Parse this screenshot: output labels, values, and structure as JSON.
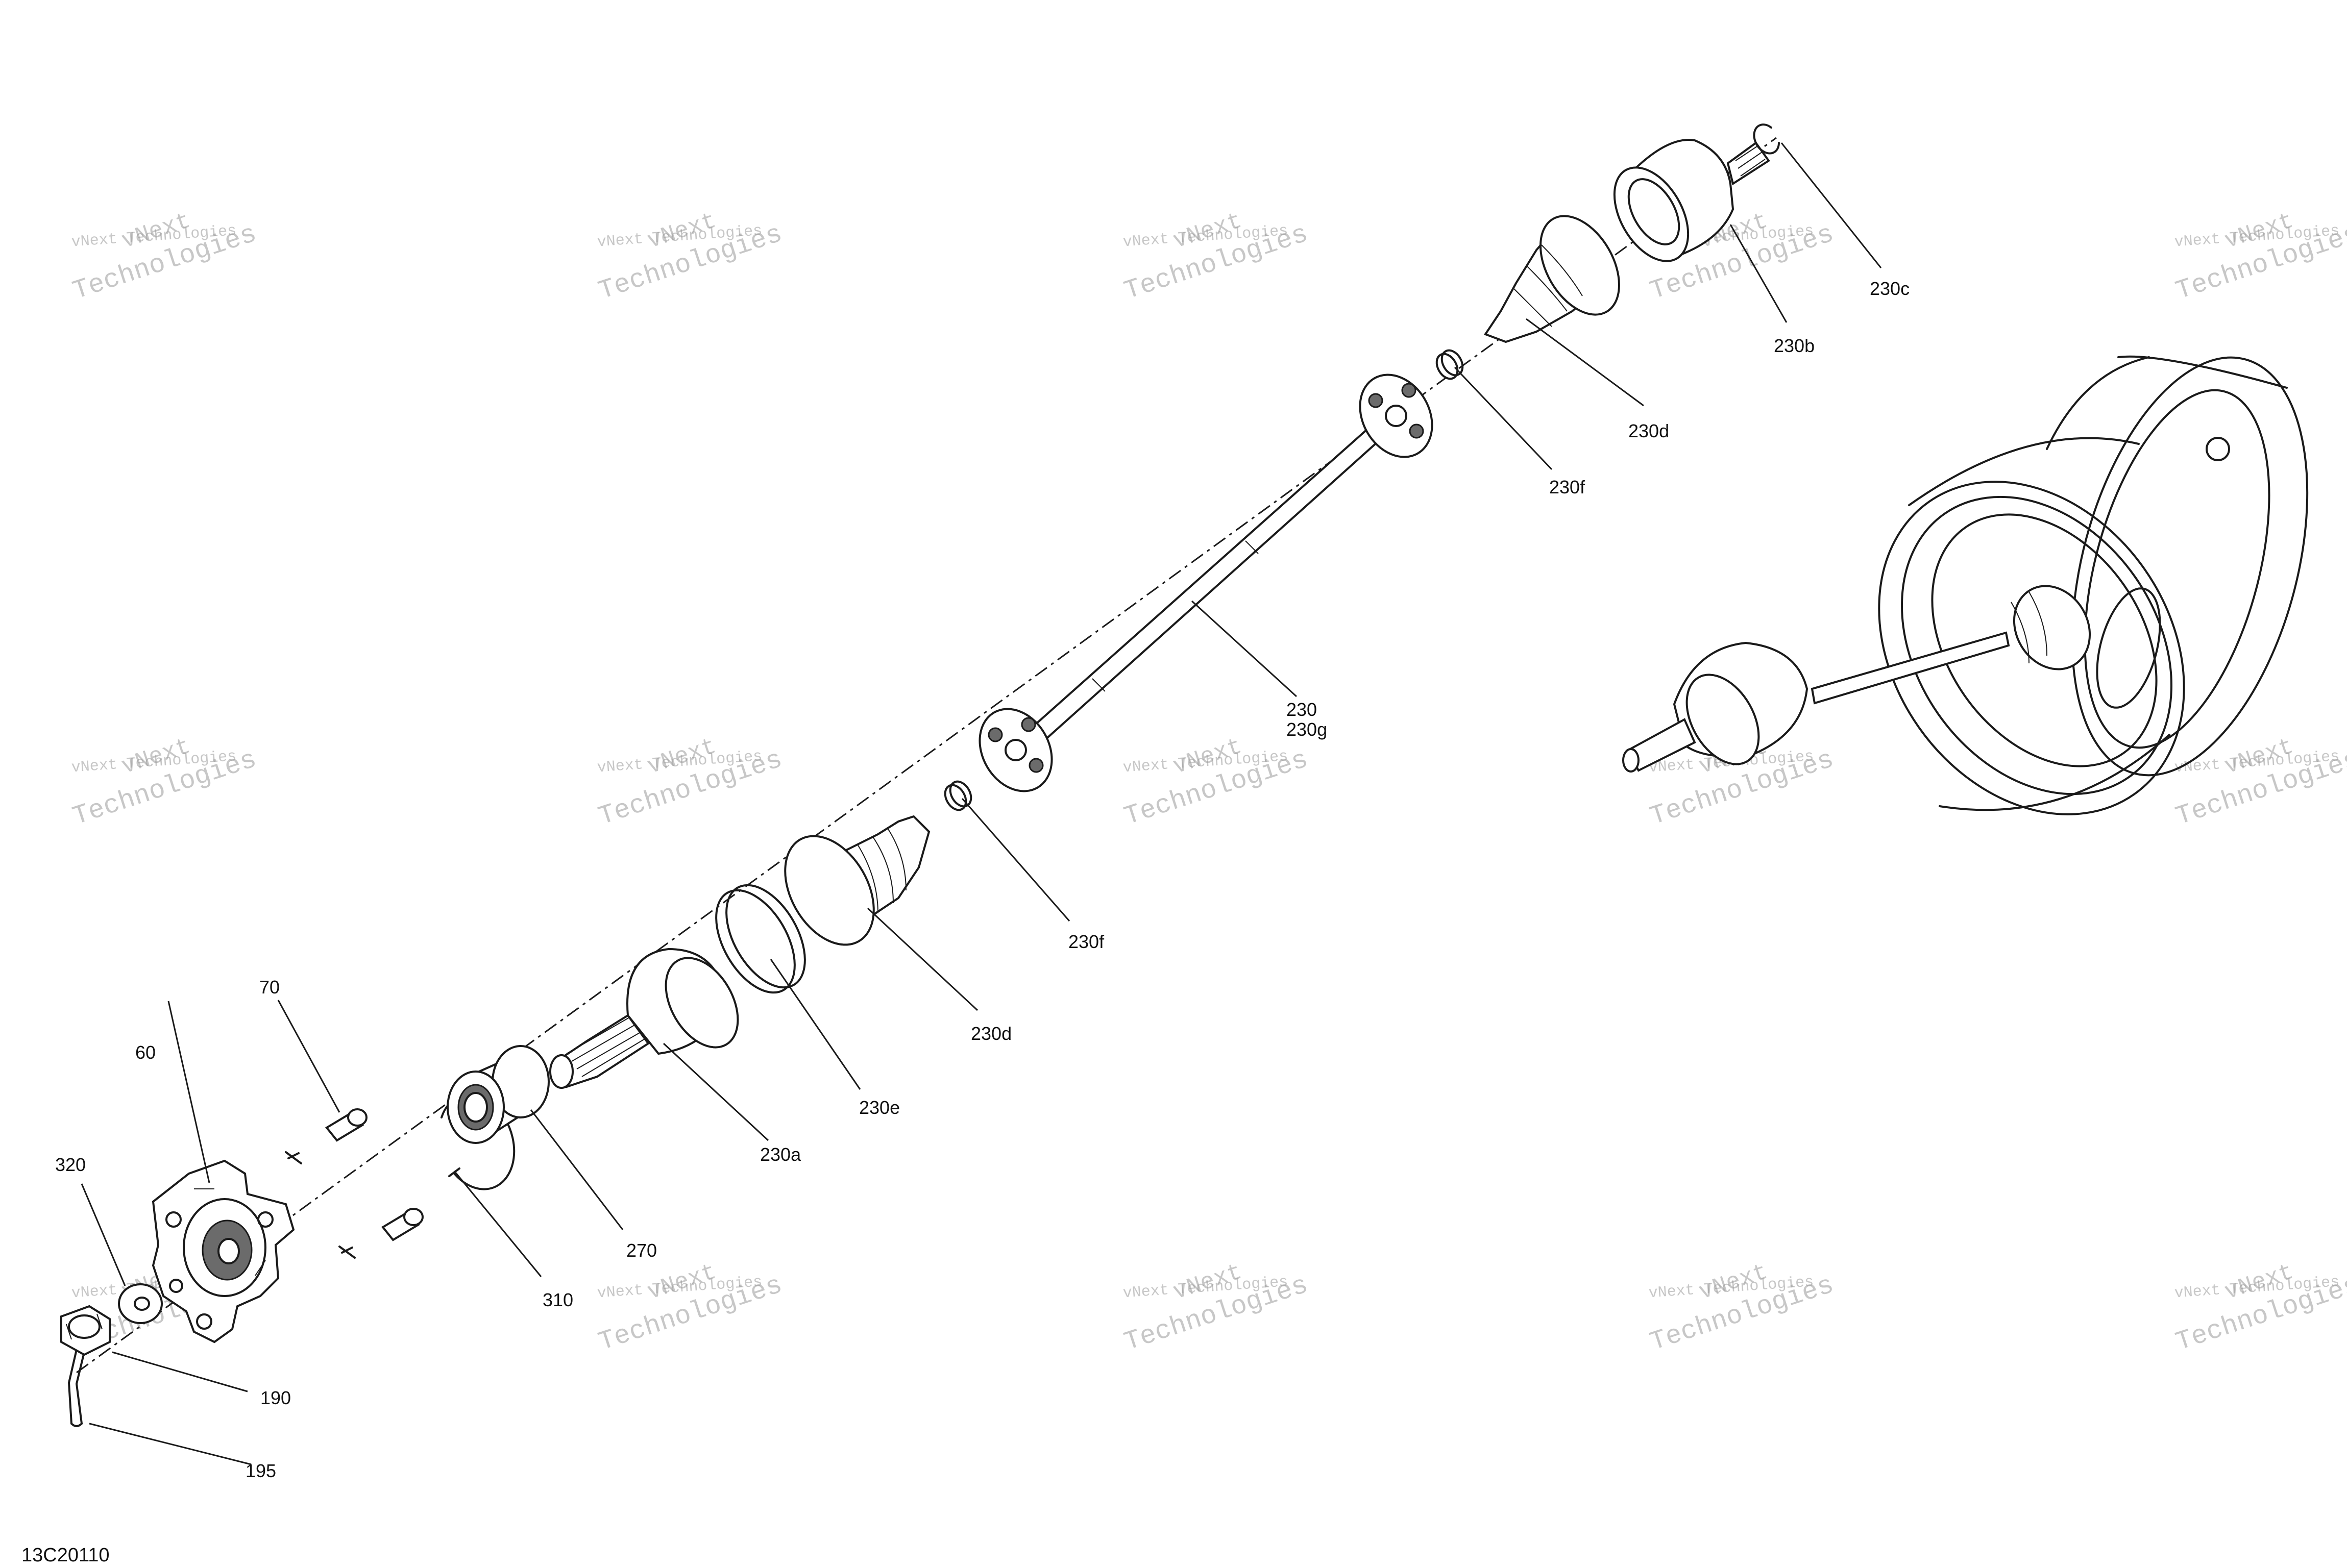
{
  "diagram_id": "13C20110",
  "watermark": {
    "line_top": "vNext",
    "line_mid": "vNext Technologies",
    "line_bottom": "Technologies"
  },
  "callouts": {
    "c60": "60",
    "c70": "70",
    "c190": "190",
    "c195": "195",
    "c230": "230",
    "c230g": "230g",
    "c230a": "230a",
    "c230b": "230b",
    "c230c": "230c",
    "c230d_upper": "230d",
    "c230d_lower": "230d",
    "c230e": "230e",
    "c230f_upper": "230f",
    "c230f_lower": "230f",
    "c270": "270",
    "c310": "310",
    "c320": "320"
  }
}
